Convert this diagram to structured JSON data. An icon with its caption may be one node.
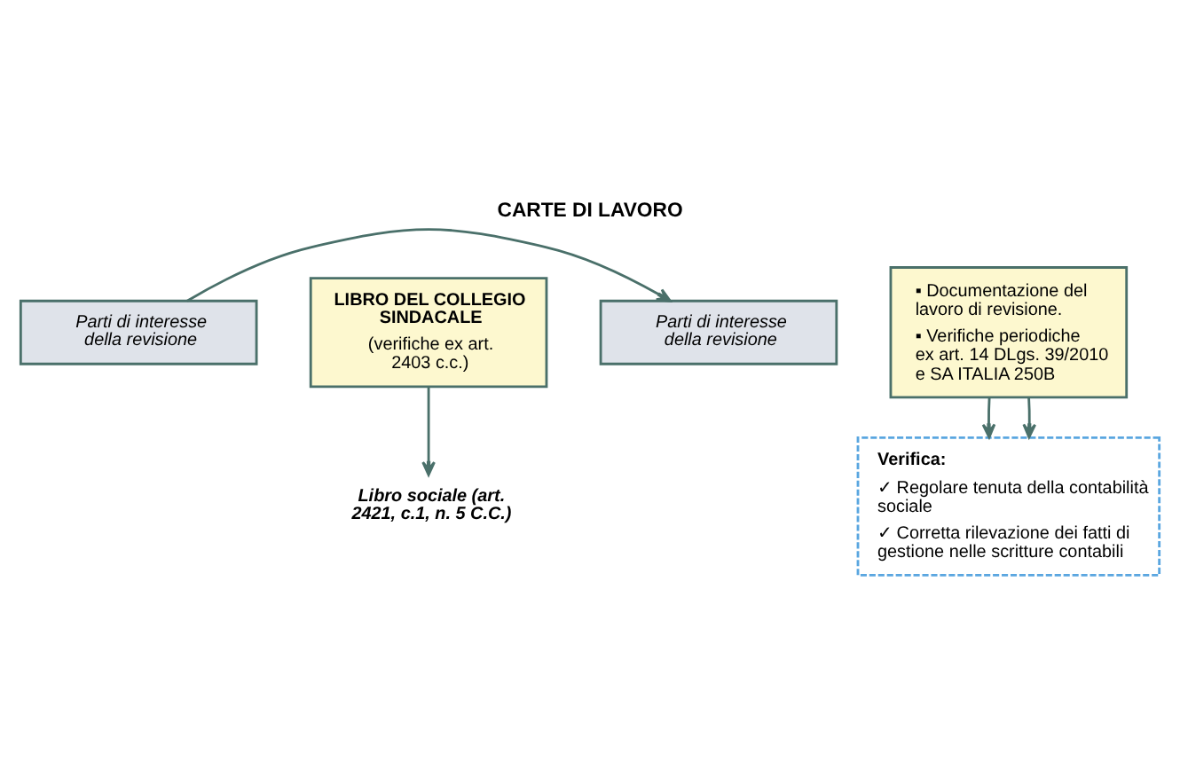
{
  "diagram": {
    "title": "CARTE DI LAVORO",
    "nodes": [
      {
        "text": [
          "Parti di interesse della revisione"
        ]
      },
      {
        "text": [
          "LIBRO DEL COLLEGIO SINDACALE",
          "(verifiche ex art. 2403 c.c.)"
        ]
      },
      {
        "text": [
          "Parti di interesse della revisione"
        ]
      },
      {
        "text": [
          "▪ Documentazione del lavoro di revisione.",
          "▪ Verifiche periodiche ex art. 14 DLgs. 39/2010 e SA ITALIA 250B"
        ]
      },
      {
        "text": [
          "Libro sociale (art. 2421, c.1, n. 5 C.C.)"
        ]
      },
      {
        "text": [
          "Verifica:",
          "✓ Regolare tenuta della contabilità sociale",
          "✓ Corretta rilevazione dei fatti di gestione nelle scritture contabili"
        ]
      }
    ],
    "edges": [
      {
        "from": 0,
        "to": 2,
        "arrow": "to"
      },
      {
        "from": 1,
        "to": 4,
        "arrow": "to"
      },
      {
        "from": 3,
        "to": 5,
        "arrow": "to"
      },
      {
        "from": 3,
        "to": 5,
        "arrow": "to"
      }
    ]
  }
}
